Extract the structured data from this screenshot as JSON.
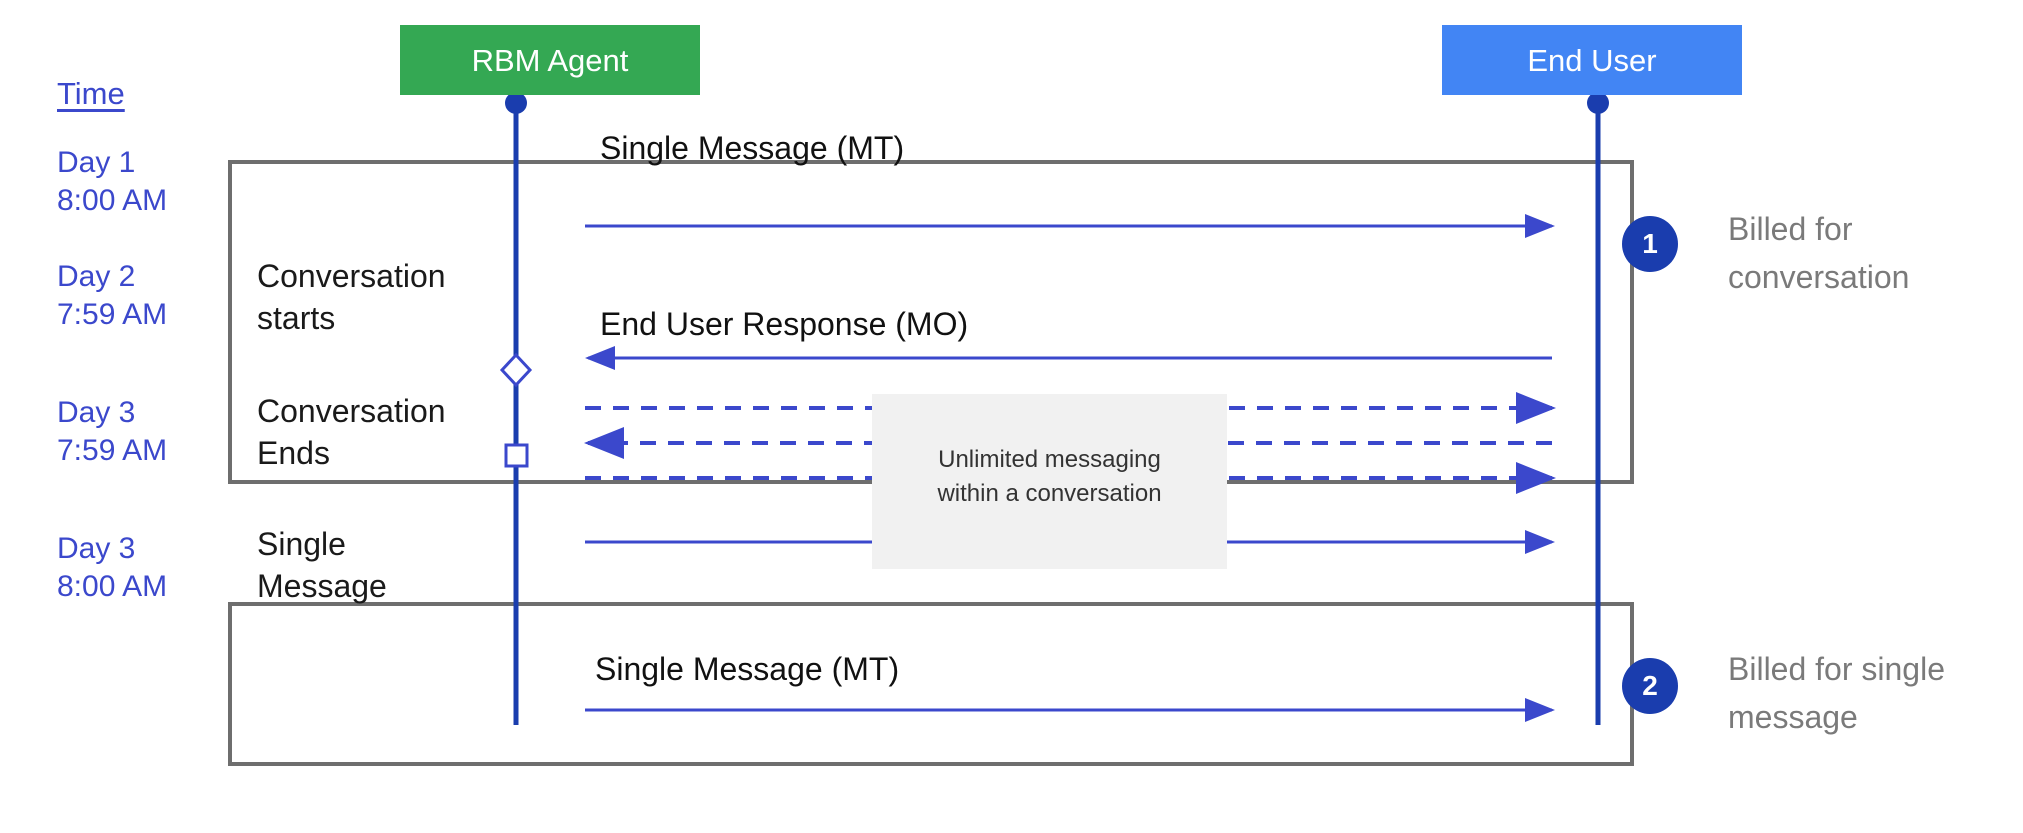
{
  "diagram": {
    "title_axis_label": "Time",
    "actors": [
      {
        "id": "rbm-agent",
        "label": "RBM Agent",
        "color": "#34A853"
      },
      {
        "id": "end-user",
        "label": "End User",
        "color": "#4285F4"
      }
    ],
    "timestamps": [
      {
        "id": "t1",
        "text": "Day 1\n8:00 AM"
      },
      {
        "id": "t2",
        "text": "Day 2\n7:59 AM"
      },
      {
        "id": "t3",
        "text": "Day 3\n7:59 AM"
      },
      {
        "id": "t4",
        "text": "Day 3\n8:00 AM"
      }
    ],
    "stage_labels": [
      {
        "id": "conversation-starts",
        "text": "Conversation\nstarts"
      },
      {
        "id": "conversation-ends",
        "text": "Conversation\nEnds"
      },
      {
        "id": "single-message",
        "text": "Single\nMessage"
      }
    ],
    "messages": [
      {
        "id": "mt-1",
        "label": "Single Message (MT)",
        "direction": "agent-to-user",
        "style": "solid"
      },
      {
        "id": "mo-1",
        "label": "End User Response (MO)",
        "direction": "user-to-agent",
        "style": "solid"
      },
      {
        "id": "unlimited-1",
        "label": "",
        "direction": "agent-to-user",
        "style": "dashed"
      },
      {
        "id": "unlimited-2",
        "label": "",
        "direction": "user-to-agent",
        "style": "dashed"
      },
      {
        "id": "unlimited-3",
        "label": "",
        "direction": "agent-to-user",
        "style": "dashed"
      },
      {
        "id": "unlimited-4",
        "label": "",
        "direction": "agent-to-user",
        "style": "solid"
      },
      {
        "id": "mt-2",
        "label": "Single Message (MT)",
        "direction": "agent-to-user",
        "style": "solid"
      }
    ],
    "note": {
      "id": "unlimited-messaging-note",
      "text": "Unlimited messaging\nwithin a conversation",
      "background": "#F1F1F1"
    },
    "billing": [
      {
        "id": "billing-1",
        "badge": "1",
        "text": "Billed for\nconversation"
      },
      {
        "id": "billing-2",
        "badge": "2",
        "text": "Billed for single\nmessage"
      }
    ],
    "colors": {
      "line_blue": "#3B48CC",
      "lifeline_blue": "#1A3DAE",
      "frame_gray": "#6E6E6E",
      "note_gray": "#7A7A7A",
      "agent_green": "#34A853",
      "user_blue": "#4285F4"
    }
  }
}
